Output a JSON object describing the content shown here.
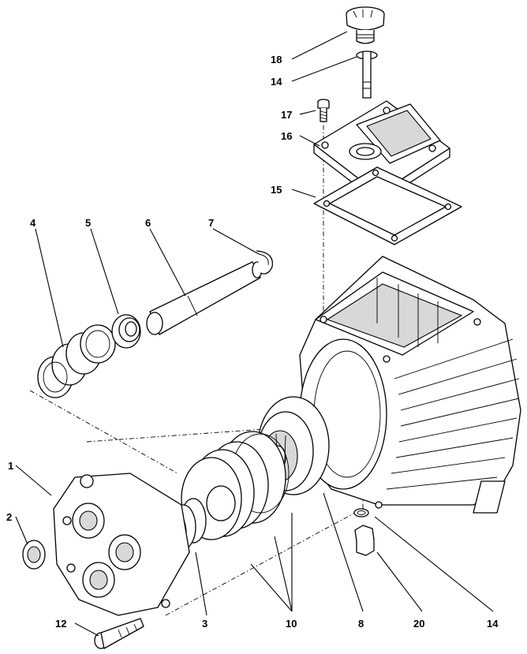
{
  "labels": {
    "l18": "18",
    "l14a": "14",
    "l17": "17",
    "l16": "16",
    "l15": "15",
    "l4": "4",
    "l5": "5",
    "l6": "6",
    "l7": "7",
    "l1": "1",
    "l2": "2",
    "l12": "12",
    "l3": "3",
    "l10": "10",
    "l8": "8",
    "l20": "20",
    "l14b": "14"
  }
}
